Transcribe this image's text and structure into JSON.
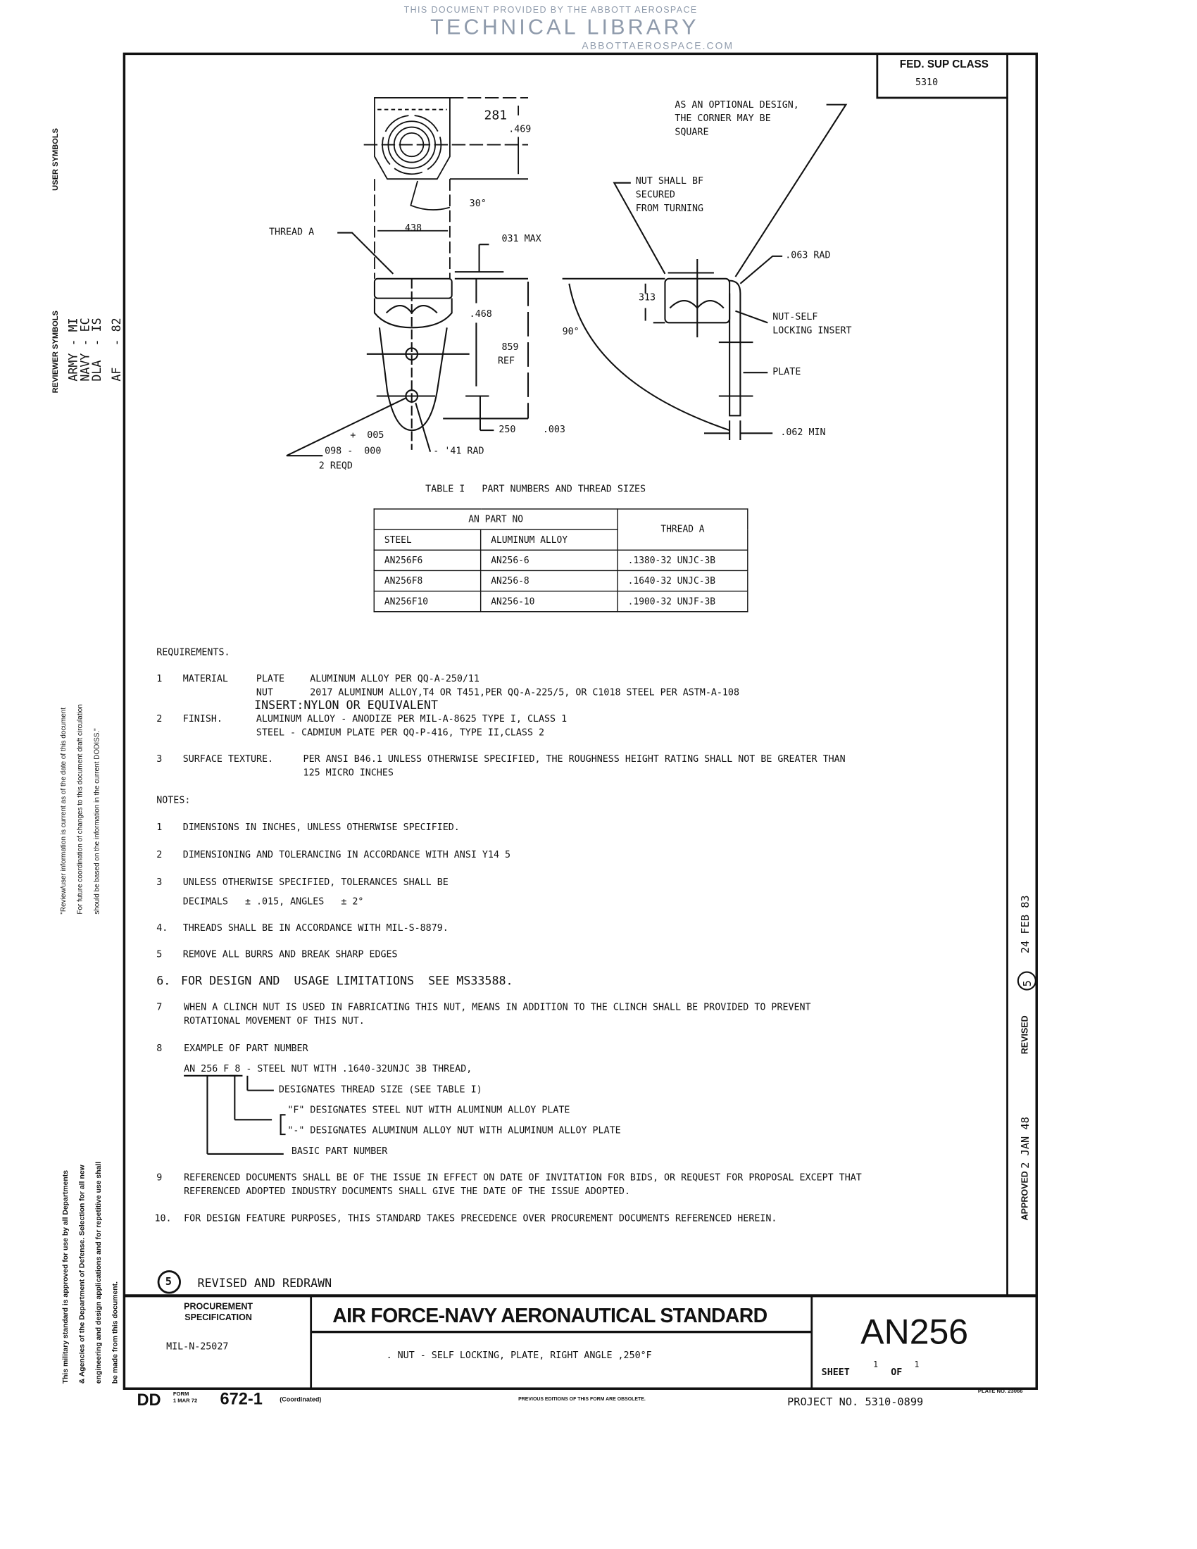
{
  "watermark": {
    "line1": "THIS DOCUMENT PROVIDED BY THE ABBOTT AEROSPACE",
    "line2": "TECHNICAL LIBRARY",
    "line3": "ABBOTTAEROSPACE.COM"
  },
  "fed_sup_class": {
    "label": "FED. SUP CLASS",
    "value": "5310"
  },
  "margin": {
    "user_symbols": "USER SYMBOLS",
    "reviewer_symbols": "REVIEWER SYMBOLS",
    "reviewers": [
      "ARMY - MI",
      "NAVY - EC",
      "DLA  - IS",
      "AF   - 82"
    ],
    "review_note": [
      "\"Review/user information is current as of the date of this document",
      "For future coordination of changes to this document draft circulation",
      "should be based on the information in the current DODISS.\""
    ],
    "approval_note": [
      "This military standard is approved for use by all Departments",
      "& Agencies of the Department of Defense. Selection for all new",
      "engineering and design applications and for repetitive use shall",
      "be made from this document."
    ]
  },
  "revision_strip": {
    "approved": "APPROVED",
    "approved_date": "2 JAN 48",
    "revised": "REVISED",
    "revision": "5",
    "revised_date": "24 FEB 83"
  },
  "drawing": {
    "dim_281": "281",
    "dim_469": ".469",
    "angle_30": "30°",
    "thread_a": "THREAD A",
    "dim_438": "438",
    "dim_031": "031 MAX",
    "dim_468": ".468",
    "dim_859": "859",
    "ref": "REF",
    "tol_plus": "+  005",
    "hole_dia": "098 -  000",
    "reqd": "2 REQD",
    "rad_141": "- '41 RAD",
    "dim_250": "250",
    "tol_003": ".003",
    "optional_design": [
      "AS AN OPTIONAL DESIGN,",
      "THE CORNER MAY BE",
      "SQUARE"
    ],
    "nut_secured": [
      "NUT SHALL BF",
      "SECURED",
      "FROM TURNING"
    ],
    "rad_063": ".063 RAD",
    "dim_313": "313",
    "angle_90": "90°",
    "insert": [
      "NUT-SELF",
      "LOCKING INSERT"
    ],
    "plate": "PLATE",
    "min_062": ".062 MIN"
  },
  "table": {
    "title": "TABLE I   PART NUMBERS AND THREAD SIZES",
    "group_header": "AN PART NO",
    "headers": [
      "STEEL",
      "ALUMINUM ALLOY",
      "THREAD A"
    ],
    "rows": [
      [
        "AN256F6",
        "AN256-6",
        ".1380-32 UNJC-3B"
      ],
      [
        "AN256F8",
        "AN256-8",
        ".1640-32 UNJC-3B"
      ],
      [
        "AN256F10",
        "AN256-10",
        ".1900-32 UNJF-3B"
      ]
    ]
  },
  "requirements": {
    "heading": "REQUIREMENTS.",
    "r1_num": "1",
    "r1_label": "MATERIAL",
    "plate_label": "PLATE",
    "plate_text": "ALUMINUM ALLOY PER QQ-A-250/11",
    "nut_label": "NUT",
    "nut_text": "2017 ALUMINUM ALLOY,T4 OR T451,PER QQ-A-225/5, OR C1018 STEEL PER ASTM-A-108",
    "insert_text": "INSERT:NYLON OR EQUIVALENT",
    "r2_num": "2",
    "r2_label": "FINISH.",
    "finish_al": "ALUMINUM ALLOY - ANODIZE PER MIL-A-8625 TYPE I, CLASS 1",
    "finish_steel": "STEEL - CADMIUM PLATE PER QQ-P-416, TYPE II,CLASS 2",
    "r3_num": "3",
    "r3_label": "SURFACE TEXTURE.",
    "r3_text1": "PER ANSI B46.1 UNLESS OTHERWISE SPECIFIED, THE ROUGHNESS HEIGHT RATING SHALL NOT BE GREATER THAN",
    "r3_text2": "125 MICRO INCHES"
  },
  "notes": {
    "heading": "NOTES:",
    "n1": "DIMENSIONS IN INCHES, UNLESS OTHERWISE SPECIFIED.",
    "n2": "DIMENSIONING AND TOLERANCING IN ACCORDANCE WITH ANSI Y14 5",
    "n3a": "UNLESS OTHERWISE SPECIFIED, TOLERANCES SHALL BE",
    "n3b": "DECIMALS   ± .015, ANGLES   ± 2°",
    "n4": "THREADS SHALL BE IN ACCORDANCE WITH MIL-S-8879.",
    "n5": "REMOVE ALL BURRS AND BREAK SHARP EDGES",
    "n6": "FOR DESIGN AND  USAGE LIMITATIONS  SEE MS33588.",
    "n7a": "WHEN A CLINCH NUT IS USED IN FABRICATING THIS NUT, MEANS IN ADDITION TO THE CLINCH SHALL BE PROVIDED TO PREVENT",
    "n7b": "ROTATIONAL MOVEMENT OF THIS NUT.",
    "n8": "EXAMPLE OF PART NUMBER",
    "n8_example": "AN 256 F 8 - STEEL NUT WITH .1640-32UNJC 3B THREAD,",
    "n8_thread": "DESIGNATES THREAD SIZE (SEE TABLE I)",
    "n8_f": "\"F\" DESIGNATES STEEL NUT WITH ALUMINUM ALLOY PLATE",
    "n8_dash": "\"-\" DESIGNATES ALUMINUM ALLOY NUT WITH ALUMINUM ALLOY PLATE",
    "n8_basic": "BASIC PART NUMBER",
    "n9a": "REFERENCED DOCUMENTS SHALL BE OF THE ISSUE IN EFFECT ON DATE OF INVITATION FOR BIDS, OR REQUEST FOR PROPOSAL EXCEPT THAT",
    "n9b": "REFERENCED ADOPTED INDUSTRY DOCUMENTS SHALL GIVE THE DATE OF THE ISSUE ADOPTED.",
    "n10": "FOR DESIGN FEATURE PURPOSES, THIS STANDARD TAKES PRECEDENCE OVER PROCUREMENT DOCUMENTS REFERENCED HEREIN.",
    "nums": [
      "1",
      "2",
      "3",
      "4.",
      "5",
      "6.",
      "7",
      "8",
      "9",
      "10."
    ]
  },
  "revision_note": {
    "number": "5",
    "text": "REVISED AND REDRAWN"
  },
  "title_block": {
    "procurement_label": "PROCUREMENT\nSPECIFICATION",
    "procurement_spec": "MIL-N-25027",
    "title": "AIR FORCE-NAVY AERONAUTICAL STANDARD",
    "subtitle": ". NUT - SELF LOCKING, PLATE, RIGHT ANGLE ,250°F",
    "standard_number": "AN256",
    "sheet_label": "SHEET",
    "sheet": "1",
    "of_label": "OF",
    "of": "1"
  },
  "footer": {
    "dd": "DD",
    "form": "FORM\n1 MAR 72",
    "form_number": "672-1",
    "coordinated": "(Coordinated)",
    "obsolete": "PREVIOUS EDITIONS OF THIS FORM ARE OBSOLETE.",
    "project": "PROJECT NO. 5310-0899",
    "plate_no": "PLATE NO. 23066"
  }
}
